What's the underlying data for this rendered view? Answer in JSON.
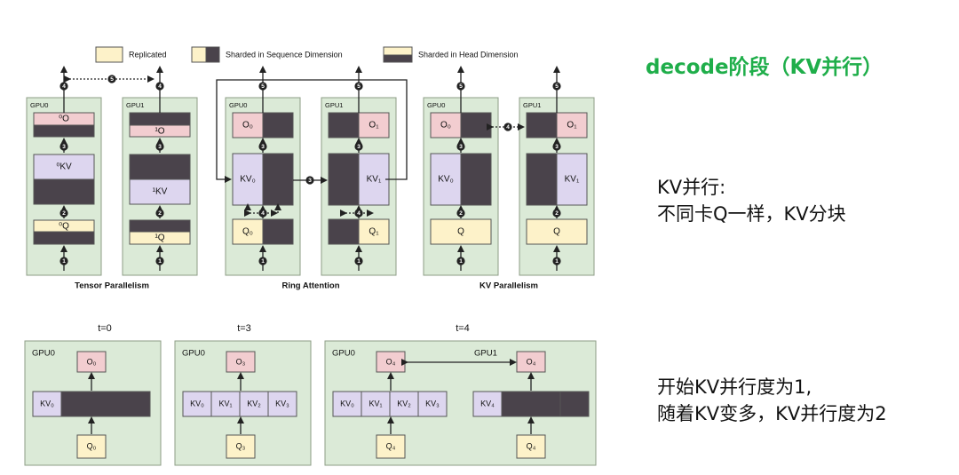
{
  "legend": {
    "replicated": "Replicated",
    "sharded_sequence": "Sharded in Sequence Dimension",
    "sharded_head": "Sharded in Head Dimension"
  },
  "top": {
    "tensor_parallelism": {
      "caption": "Tensor Parallelism",
      "gpu0": {
        "label": "GPU0",
        "o": "⁰O",
        "kv": "⁰KV",
        "q": "⁰Q"
      },
      "gpu1": {
        "label": "GPU1",
        "o": "¹O",
        "kv": "¹KV",
        "q": "¹Q"
      },
      "steps": {
        "bottom": "1",
        "mid": "2",
        "upper": "3",
        "top": "4",
        "cross": "5"
      }
    },
    "ring_attention": {
      "caption": "Ring Attention",
      "gpu0": {
        "label": "GPU0",
        "o": "O₀",
        "kv": "KV₀",
        "q": "Q₀"
      },
      "gpu1": {
        "label": "GPU1",
        "o": "O₁",
        "kv": "KV₁",
        "q": "Q₁"
      },
      "steps": {
        "bottom": "1",
        "mid": "2",
        "upper": "3",
        "top": "5",
        "cross": "3",
        "loop": "4"
      }
    },
    "kv_parallelism": {
      "caption": "KV Parallelism",
      "gpu0": {
        "label": "GPU0",
        "o": "O₀",
        "kv": "KV₀",
        "q": "Q"
      },
      "gpu1": {
        "label": "GPU1",
        "o": "O₁",
        "kv": "KV₁",
        "q": "Q"
      },
      "steps": {
        "bottom": "1",
        "mid": "2",
        "upper": "3",
        "top": "5",
        "cross": "4"
      }
    }
  },
  "bottom": {
    "t0": {
      "time": "t=0",
      "gpu": "GPU0",
      "o": "O₀",
      "kv": [
        "KV₀"
      ],
      "q": "Q₀"
    },
    "t3": {
      "time": "t=3",
      "gpu": "GPU0",
      "o": "O₃",
      "kv": [
        "KV₀",
        "KV₁",
        "KV₂",
        "KV₃"
      ],
      "q": "Q₃"
    },
    "t4": {
      "time": "t=4",
      "gpu0": {
        "label": "GPU0",
        "o": "O₄",
        "kv": [
          "KV₀",
          "KV₁",
          "KV₂",
          "KV₃"
        ],
        "q": "Q₄"
      },
      "gpu1": {
        "label": "GPU1",
        "o": "O₄",
        "kv": [
          "KV₄"
        ],
        "q": "Q₄"
      }
    }
  },
  "right": {
    "title": "decode阶段（KV并行）",
    "note1": [
      "KV并行:",
      "不同卡Q一样，KV分块"
    ],
    "note2": [
      "开始KV并行度为1,",
      "随着KV变多，KV并行度为2"
    ]
  },
  "colors": {
    "panel_bg": "#dbead7",
    "panel_border": "#8c9c86",
    "replicated": "#fdf2c9",
    "sharded": "#4a434b",
    "output": "#f2cdd0",
    "kv": "#ddd6ef",
    "title_green": "#1fae4a"
  }
}
